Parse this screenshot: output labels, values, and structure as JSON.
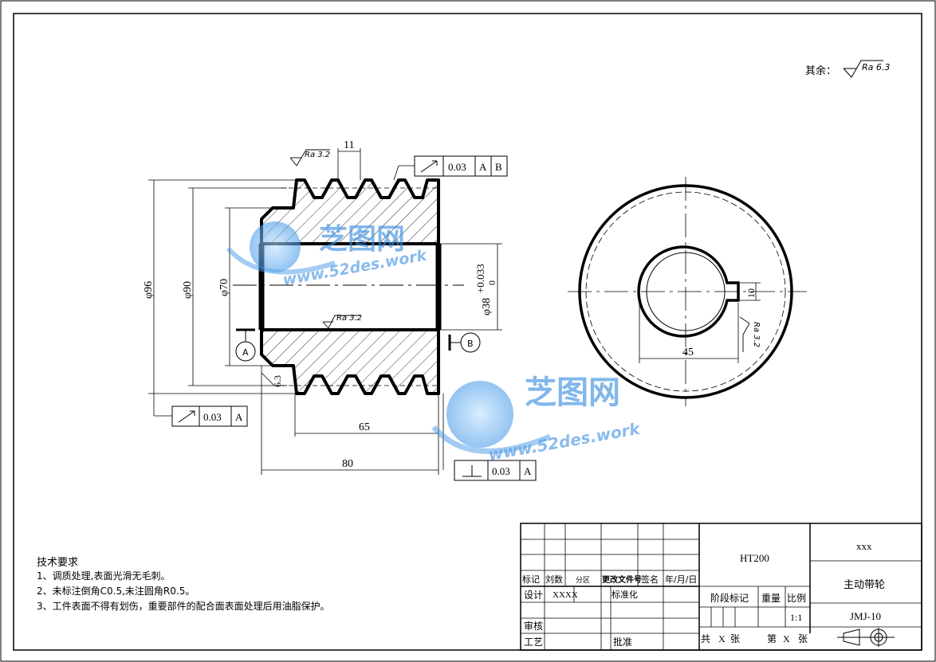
{
  "roughness_default": {
    "label": "其余：",
    "value": "Ra 6.3"
  },
  "roughness": {
    "groove": "Ra 3.2",
    "bore": "Ra 3.2",
    "keyway": "Ra 3.2"
  },
  "dims": {
    "groove_pitch": "11",
    "d96": "φ96",
    "d90": "φ90",
    "d70": "φ70",
    "d38": "φ38",
    "d38_tol_upper": "+0.033",
    "d38_tol_lower": "0",
    "chamfer": "6.3",
    "len65": "65",
    "len80": "80",
    "key_width": "10",
    "key_depth": "45"
  },
  "tolerance_frames": {
    "top": {
      "value": "0.03",
      "datum1": "A",
      "datum2": "B"
    },
    "left": {
      "value": "0.03",
      "datum1": "A"
    },
    "bottom": {
      "value": "0.03",
      "datum1": "A"
    }
  },
  "datums": {
    "a": "A",
    "b": "B"
  },
  "tech_requirements": {
    "title": "技术要求",
    "items": [
      "1、调质处理,表面光滑无毛刺。",
      "2、未标注倒角C0.5,未注圆角R0.5。",
      "3、工件表面不得有划伤，重要部件的配合面表面处理后用油脂保护。"
    ]
  },
  "title_block": {
    "row_mark": [
      "标记",
      "刘数",
      "分区",
      "更改文件号",
      "签名",
      "年/月/日"
    ],
    "design_label": "设计",
    "design_value": "XXXX",
    "standardize_label": "标准化",
    "review_label": "审核",
    "process_label": "工艺",
    "approve_label": "批准",
    "material": "HT200",
    "stage_label": "阶段标记",
    "weight_label": "重量",
    "scale_label": "比例",
    "scale_value": "1:1",
    "total_label": "共",
    "sheet_label": "张",
    "sheet_no_label": "第",
    "sheet_x": "X",
    "company": "xxx",
    "part_name": "主动带轮",
    "drawing_no": "JMJ-10"
  },
  "watermark": {
    "brand": "芝图网",
    "url": "www.52des.work"
  }
}
